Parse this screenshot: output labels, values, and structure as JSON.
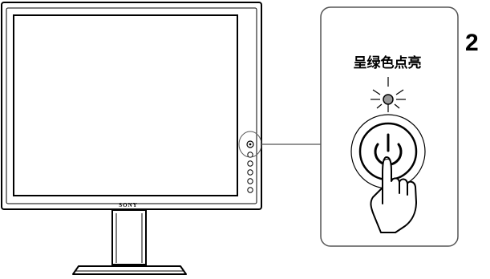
{
  "step_number": "2",
  "callout_caption": "呈绿色点亮",
  "brand_label": "SONY",
  "indicator": {
    "state": "lit",
    "color": "#00a651"
  },
  "icons": {
    "power_button": "power-symbol-icon",
    "hand": "pointing-hand-icon",
    "indicator_rays": "light-rays-icon"
  },
  "monitor_side_buttons": 5
}
